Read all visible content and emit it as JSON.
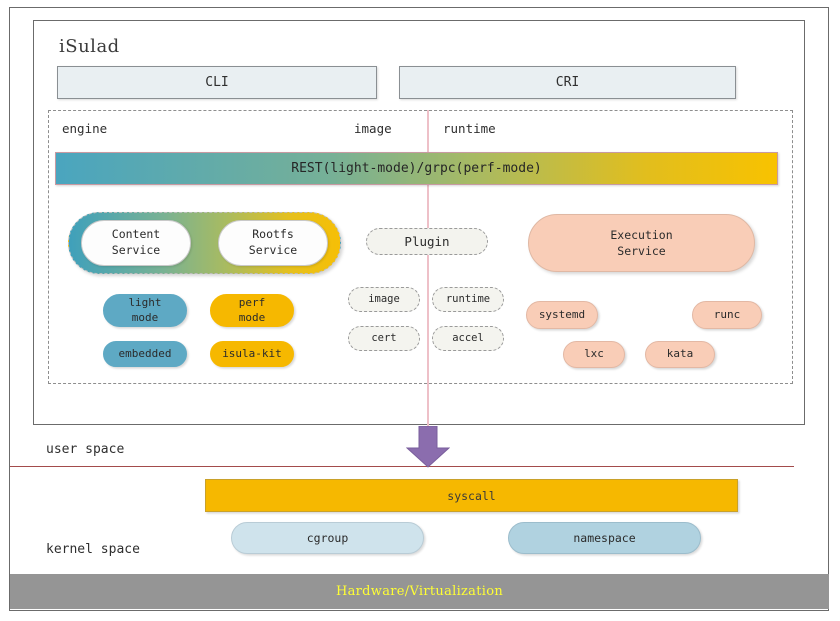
{
  "diagram": {
    "title": "iSulad",
    "api_boxes": [
      {
        "label": "CLI"
      },
      {
        "label": "CRI"
      }
    ],
    "region_labels": {
      "engine": "engine",
      "image": "image",
      "runtime": "runtime"
    },
    "transport_bar": {
      "label": "REST(light-mode)/grpc(perf-mode)",
      "gradient_from": "#4aa5bf",
      "gradient_to": "#f8c200"
    },
    "service_capsule": {
      "items": [
        {
          "line1": "Content",
          "line2": "Service"
        },
        {
          "line1": "Rootfs",
          "line2": "Service"
        }
      ]
    },
    "plugin": {
      "label": "Plugin"
    },
    "execution_service": {
      "line1": "Execution",
      "line2": "Service",
      "color": "#f9cdb7"
    },
    "engine_pills": [
      {
        "name": "light-mode",
        "line1": "light",
        "line2": "mode",
        "color": "#5ea9c4"
      },
      {
        "name": "perf-mode",
        "line1": "perf",
        "line2": "mode",
        "color": "#f6b800"
      },
      {
        "name": "embedded",
        "line1": "embedded",
        "line2": "",
        "color": "#5ea9c4"
      },
      {
        "name": "isula-kit",
        "line1": "isula-kit",
        "line2": "",
        "color": "#f6b800"
      }
    ],
    "plugin_pills": [
      {
        "label": "image"
      },
      {
        "label": "runtime"
      },
      {
        "label": "cert"
      },
      {
        "label": "accel"
      }
    ],
    "runtime_pills": [
      {
        "label": "systemd",
        "color": "#f9cdb7"
      },
      {
        "label": "runc",
        "color": "#f9cdb7"
      },
      {
        "label": "lxc",
        "color": "#f9cdb7"
      },
      {
        "label": "kata",
        "color": "#f9cdb7"
      }
    ],
    "space_labels": {
      "user": "user space",
      "kernel": "kernel space"
    },
    "arrow": {
      "name": "down-arrow",
      "color": "#8b6dae"
    },
    "syscall": {
      "label": "syscall",
      "color": "#f6b800"
    },
    "kernel_pills": [
      {
        "label": "cgroup",
        "color": "#cfe3ec"
      },
      {
        "label": "namespace",
        "color": "#b0d2e0"
      }
    ],
    "hardware": {
      "label": "Hardware/Virtualization",
      "bar_color": "#959595",
      "text_color": "#ffff33"
    }
  }
}
